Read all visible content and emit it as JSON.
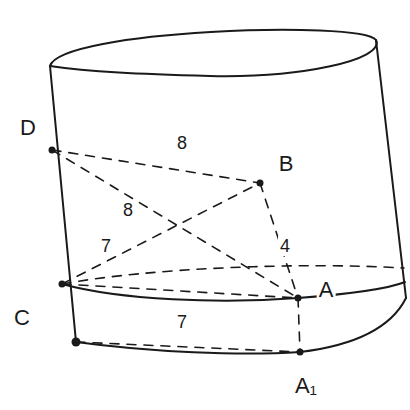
{
  "diagram": {
    "labels": [
      "D",
      "8",
      "B",
      "8",
      "4",
      "7",
      "C",
      "A",
      "7",
      "A₁"
    ]
  }
}
